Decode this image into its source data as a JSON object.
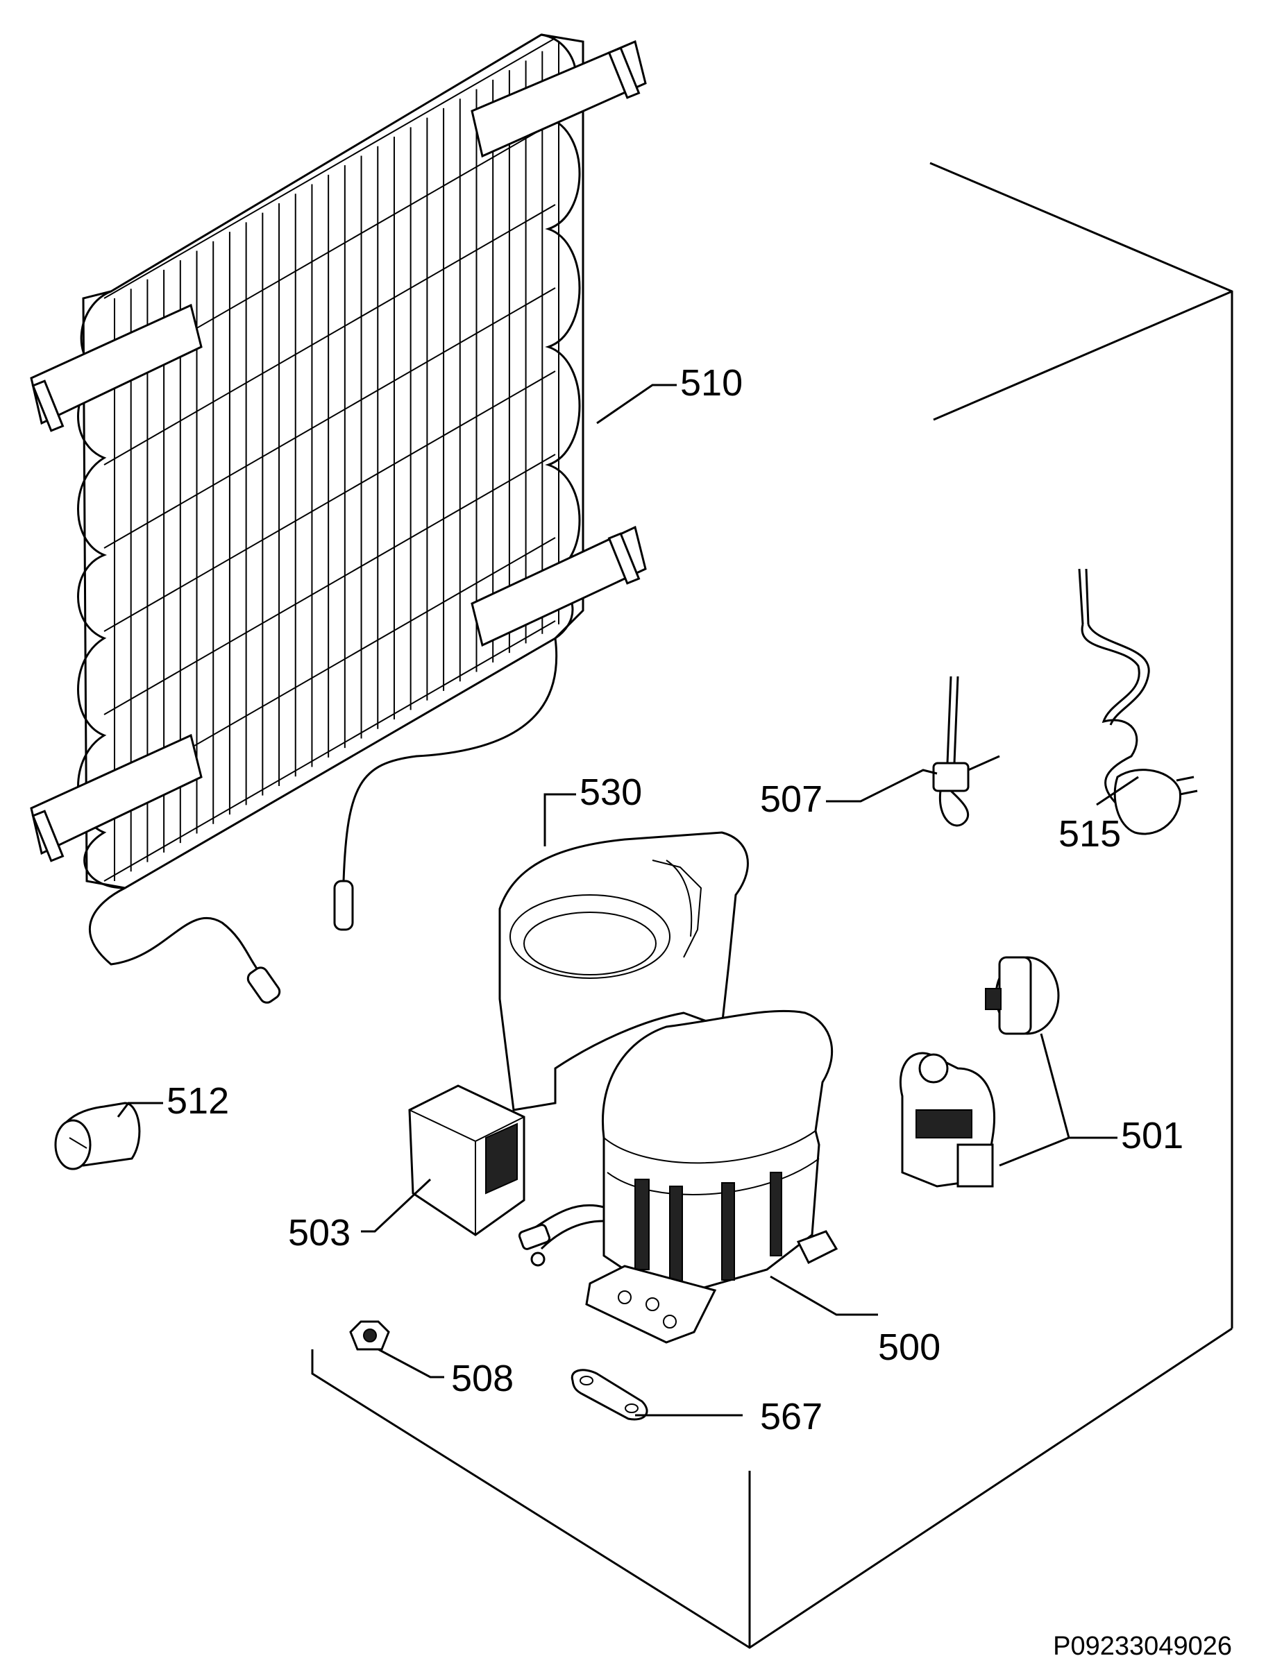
{
  "diagram": {
    "reference_code": "P09233049026",
    "callouts": [
      {
        "id": "510",
        "label": "510"
      },
      {
        "id": "530",
        "label": "530"
      },
      {
        "id": "507",
        "label": "507"
      },
      {
        "id": "515",
        "label": "515"
      },
      {
        "id": "512",
        "label": "512"
      },
      {
        "id": "501",
        "label": "501"
      },
      {
        "id": "503",
        "label": "503"
      },
      {
        "id": "500",
        "label": "500"
      },
      {
        "id": "508",
        "label": "508"
      },
      {
        "id": "567",
        "label": "567"
      }
    ]
  }
}
